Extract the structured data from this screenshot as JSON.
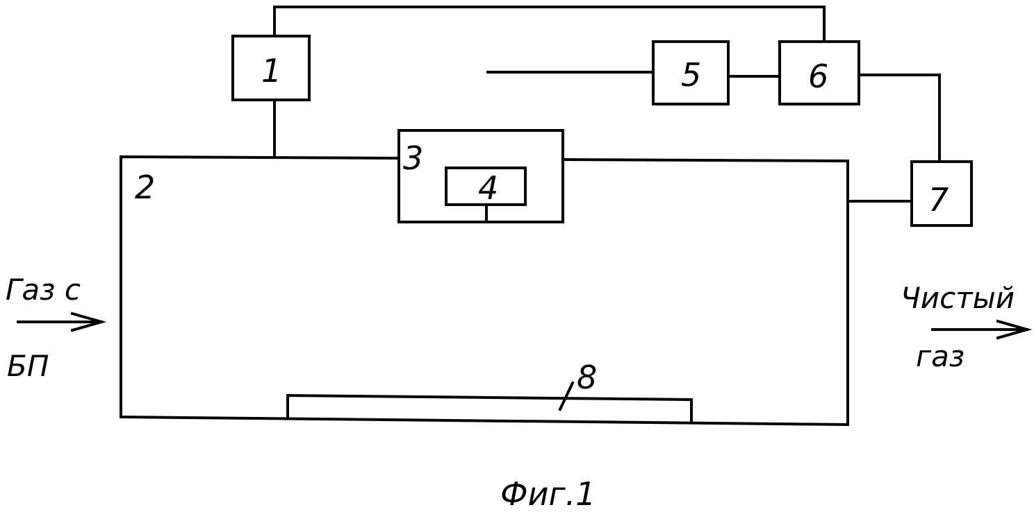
{
  "diagram": {
    "labels": {
      "n1": "1",
      "n2": "2",
      "n3": "3",
      "n4": "4",
      "n5": "5",
      "n6": "6",
      "n7": "7",
      "n8": "8"
    },
    "inlet": {
      "line1": "Газ с",
      "line2": "БП"
    },
    "outlet": {
      "line1": "Чистый",
      "line2": "газ"
    },
    "caption": "Фиг.1"
  }
}
